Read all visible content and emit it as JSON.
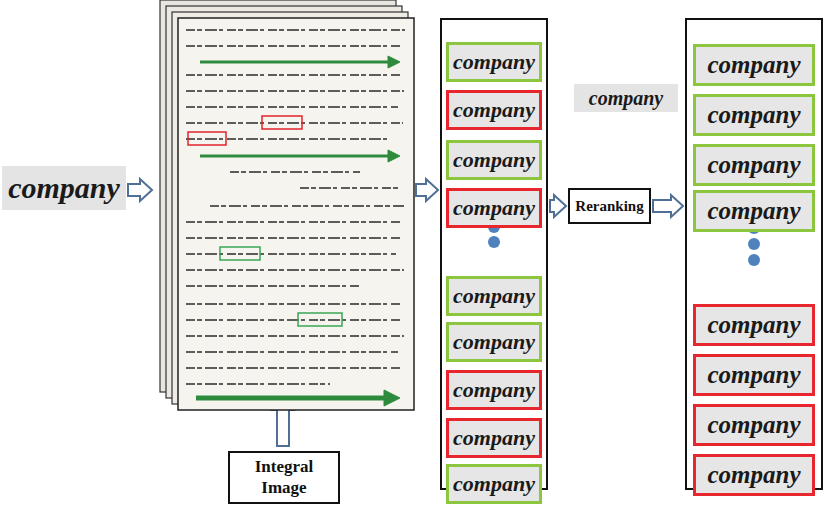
{
  "diagram": {
    "nodes": [
      {
        "text": [
          "company"
        ]
      },
      {
        "text": [
          "company",
          "company",
          "company",
          "company",
          "company",
          "company",
          "company",
          "company",
          "company"
        ]
      },
      {
        "text": [
          "Reranking"
        ]
      },
      {
        "text": [
          "company"
        ]
      },
      {
        "text": [
          "company",
          "company",
          "company",
          "company",
          "company",
          "company",
          "company",
          "company"
        ]
      },
      {
        "text": [
          "Integral Image"
        ]
      }
    ],
    "edges": [
      {
        "from": 1,
        "to": 2,
        "arrow": "to"
      },
      {
        "from": 2,
        "to": 4,
        "arrow": "to"
      }
    ]
  }
}
